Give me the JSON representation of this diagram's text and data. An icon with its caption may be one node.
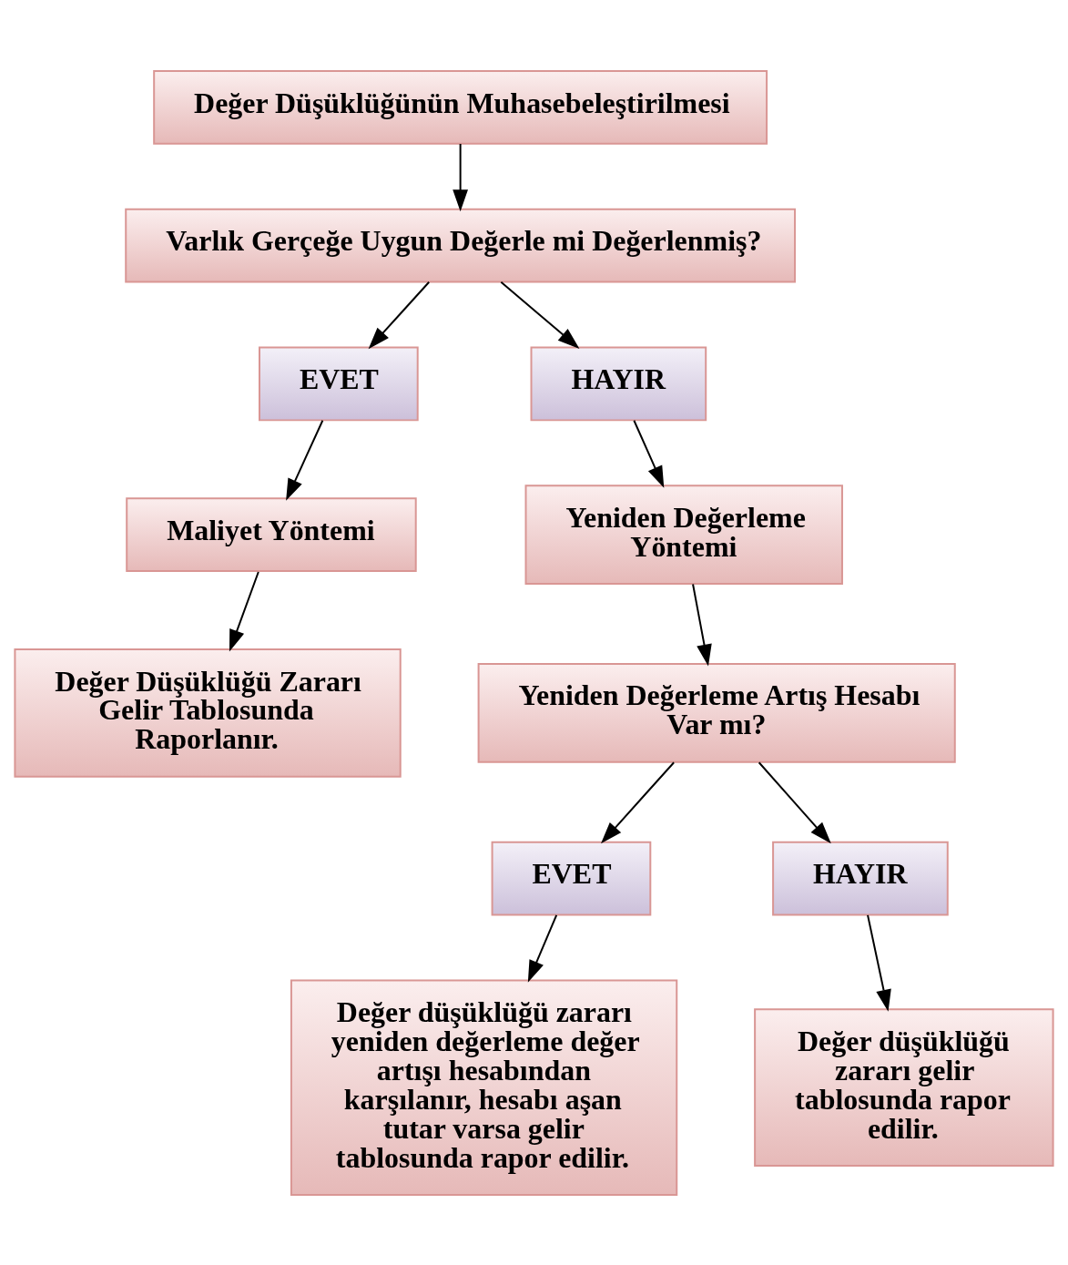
{
  "diagram": {
    "nodes": [
      {
        "text": [
          "Değer Düşüklüğünün Muhasebeleştirilmesi"
        ]
      },
      {
        "text": [
          "Varlık Gerçeğe Uygun Değerle mi Değerlenmiş?"
        ]
      },
      {
        "text": [
          "EVET"
        ]
      },
      {
        "text": [
          "HAYIR"
        ]
      },
      {
        "text": [
          "Maliyet Yöntemi"
        ]
      },
      {
        "text": [
          "Yeniden Değerleme Yöntemi"
        ]
      },
      {
        "text": [
          "Değer Düşüklüğü Zararı Gelir Tablosunda Raporlanır."
        ]
      },
      {
        "text": [
          "Yeniden Değerleme Artış Hesabı Var mı?"
        ]
      },
      {
        "text": [
          "EVET"
        ]
      },
      {
        "text": [
          "HAYIR"
        ]
      },
      {
        "text": [
          "Değer düşüklüğü zararı yeniden değerleme değer artışı hesabından karşılanır, hesabı aşan tutar varsa gelir tablosunda rapor edilir."
        ]
      },
      {
        "text": [
          "Değer düşüklüğü zararı gelir tablosunda rapor edilir."
        ]
      }
    ],
    "edges": [
      {
        "from": 0,
        "to": 1,
        "arrow": "to"
      },
      {
        "from": 1,
        "to": 2,
        "arrow": "to"
      },
      {
        "from": 1,
        "to": 3,
        "arrow": "to"
      },
      {
        "from": 2,
        "to": 4,
        "arrow": "to"
      },
      {
        "from": 3,
        "to": 5,
        "arrow": "to"
      },
      {
        "from": 4,
        "to": 6,
        "arrow": "to"
      },
      {
        "from": 5,
        "to": 7,
        "arrow": "to"
      },
      {
        "from": 7,
        "to": 8,
        "arrow": "to"
      },
      {
        "from": 7,
        "to": 9,
        "arrow": "to"
      },
      {
        "from": 8,
        "to": 10,
        "arrow": "to"
      },
      {
        "from": 9,
        "to": 11,
        "arrow": "to"
      }
    ]
  }
}
